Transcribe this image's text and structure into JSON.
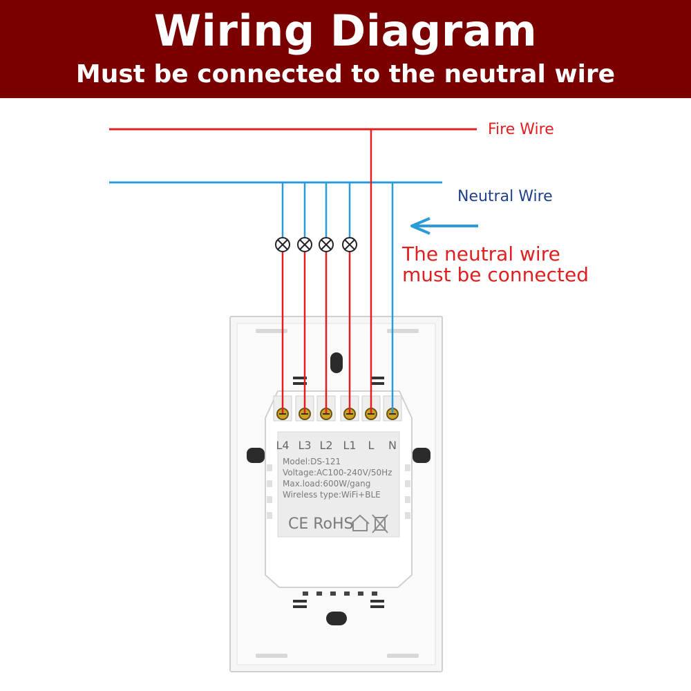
{
  "header": {
    "title": "Wiring Diagram",
    "subtitle": "Must be connected to the neutral wire"
  },
  "wires": {
    "fire_label": "Fire Wire",
    "neutral_label": "Neutral Wire",
    "fire_color": "#e02020",
    "neutral_color": "#2a9ad8"
  },
  "note": {
    "line1": "The neutral wire",
    "line2": "must be connected",
    "color": "#e02020",
    "arrow_color": "#2a9ad8"
  },
  "terminals": [
    "L4",
    "L3",
    "L2",
    "L1",
    "L",
    "N"
  ],
  "label_plate": {
    "model": "Model:DS-121",
    "voltage": "Voltage:AC100-240V/50Hz",
    "max_load": "Max.load:600W/gang",
    "wireless": "Wireless type:WiFi+BLE",
    "marks": "CE RoHS"
  },
  "loads": [
    "lamp",
    "lamp",
    "lamp",
    "lamp"
  ],
  "colors": {
    "banner": "#7a0000",
    "neutral_label_color": "#1e3f8a"
  }
}
